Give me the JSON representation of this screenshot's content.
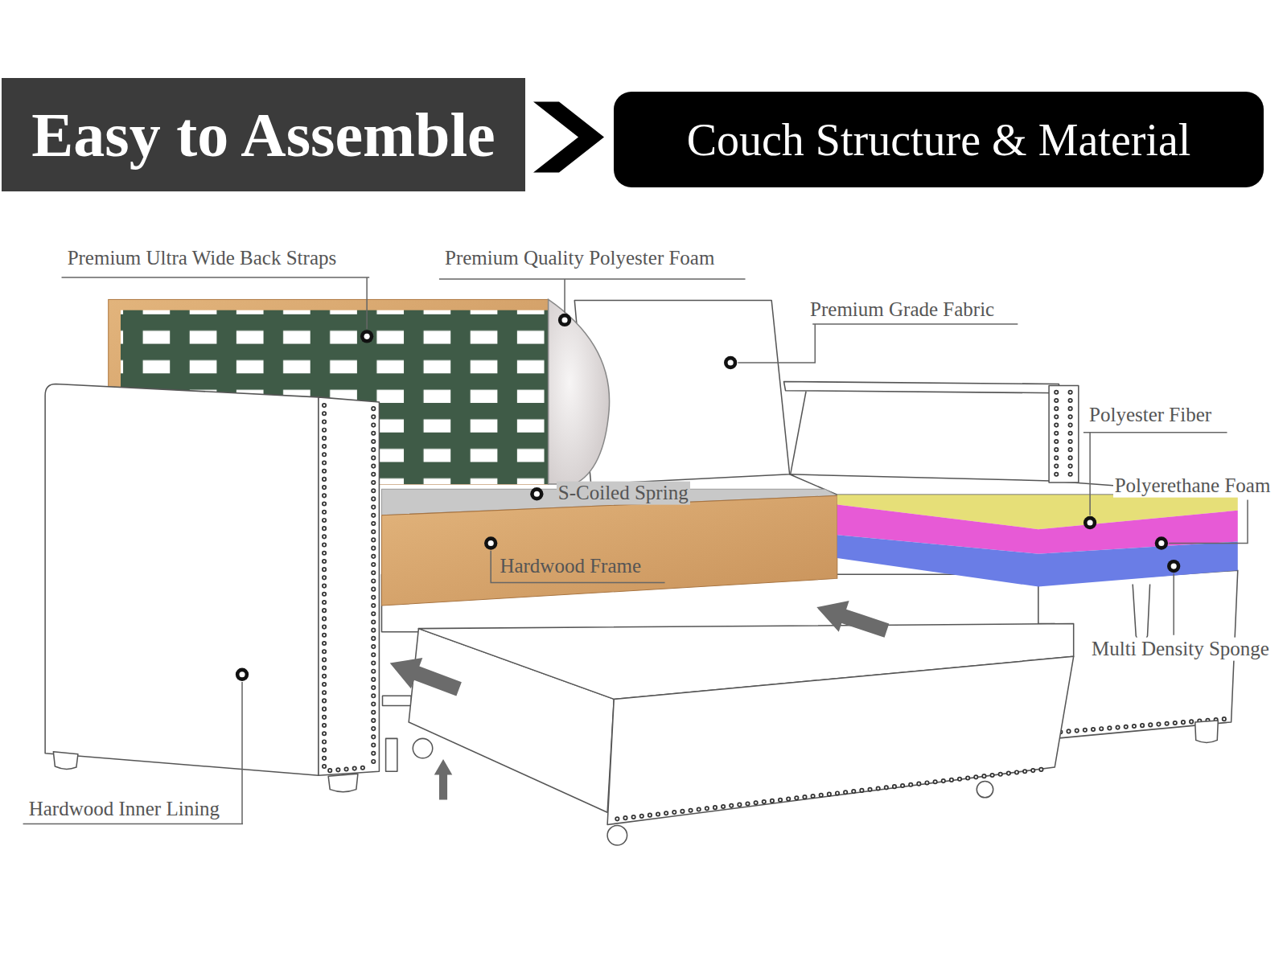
{
  "diagram": {
    "nodes": [
      {
        "text": [
          "Easy to Assemble"
        ]
      },
      {
        "text": [
          "Couch Structure & Material"
        ]
      }
    ],
    "edges": [
      {
        "from": 0,
        "to": 1,
        "arrow": "to"
      }
    ],
    "labels": [
      "Premium Ultra Wide Back Straps",
      "Premium Quality Polyester Foam",
      "Premium Grade Fabric",
      "Polyester Fiber",
      "Polyerethane Foam",
      "S-Coiled Spring",
      "Hardwood Frame",
      "Multi Density Sponge",
      "Hardwood Inner Lining"
    ]
  }
}
